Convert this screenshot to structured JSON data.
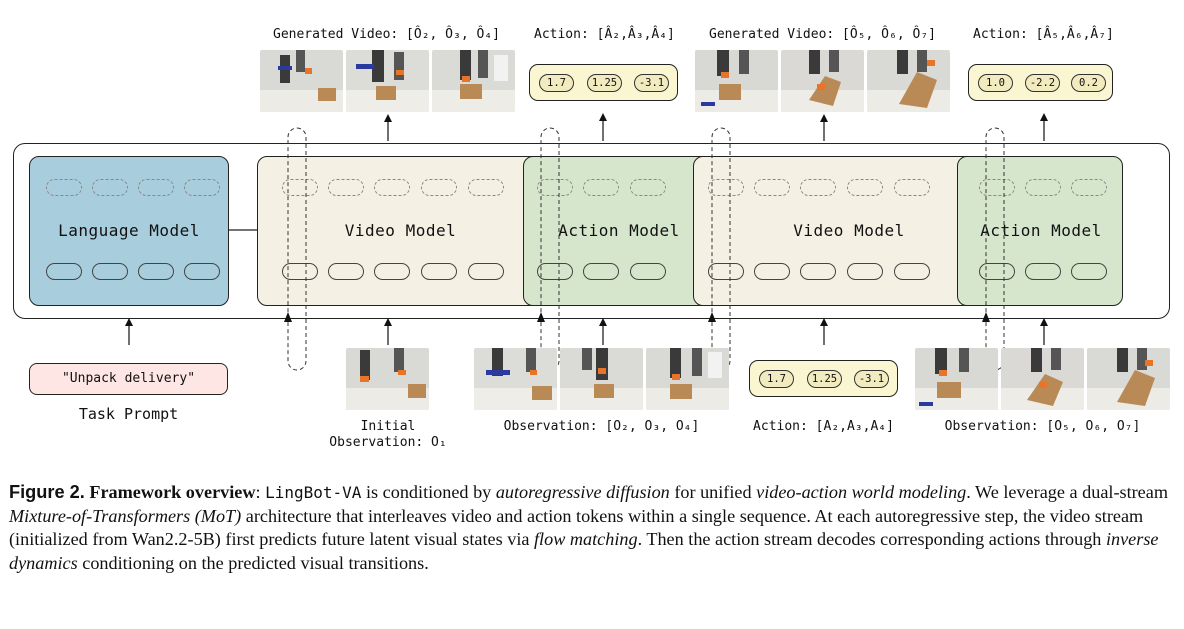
{
  "top_labels": {
    "gen_video_1": "Generated Video: [Ô₂, Ô₃, Ô₄]",
    "action_hat_1": "Action: [Â₂,Â₃,Â₄]",
    "gen_video_2": "Generated Video: [Ô₅, Ô₆, Ô₇]",
    "action_hat_2": "Action: [Â₅,Â₆,Â₇]"
  },
  "top_action_values_1": [
    "1.7",
    "1.25",
    "-3.1"
  ],
  "top_action_values_2": [
    "1.0",
    "-2.2",
    "0.2"
  ],
  "blocks": {
    "language": "Language Model",
    "video_1": "Video Model",
    "action_1": "Action Model",
    "video_2": "Video Model",
    "action_2": "Action Model"
  },
  "bottom": {
    "task_prompt_text": "\"Unpack delivery\"",
    "task_prompt_label": "Task Prompt",
    "initial_obs_line1": "Initial",
    "initial_obs_line2": "Observation: O₁",
    "obs_1": "Observation: [O₂, O₃, O₄]",
    "action_1": "Action: [A₂,A₃,A₄]",
    "obs_2": "Observation: [O₅, O₆, O₇]"
  },
  "bottom_action_values": [
    "1.7",
    "1.25",
    "-3.1"
  ],
  "caption": {
    "fig_label": "Figure 2.",
    "bold_title": "Framework overview",
    "p1": ": ",
    "code": "LingBot-VA",
    "p2": " is conditioned by ",
    "i1": "autoregressive diffusion",
    "p3": " for unified ",
    "i2": "video-action world modeling",
    "p4": ". We leverage a dual-stream ",
    "i3": "Mixture-of-Transformers (MoT)",
    "p5": " architecture that interleaves video and action tokens within a single sequence. At each autoregressive step, the video stream (initialized from Wan2.2-5B) first predicts future latent visual states via ",
    "i4": "flow matching",
    "p6": ". Then the action stream decodes corresponding actions through ",
    "i5": "inverse dynamics",
    "p7": " conditioning on the predicted visual transitions."
  },
  "colors": {
    "language_block": "#a8cddc",
    "video_block": "#f4f0e3",
    "action_block": "#d6e6cc",
    "action_box": "#fbf6d2",
    "prompt_box": "#fde6e3"
  }
}
